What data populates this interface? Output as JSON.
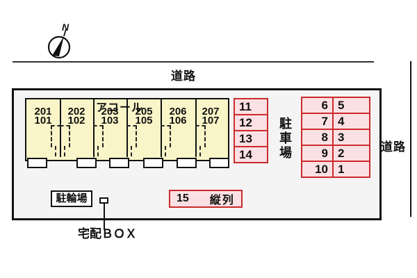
{
  "compass": {
    "north": "N"
  },
  "roads": {
    "top": "道路",
    "right": "道路"
  },
  "building": {
    "name": "アコール",
    "units": [
      {
        "upper": "201",
        "lower": "101"
      },
      {
        "upper": "202",
        "lower": "102"
      },
      {
        "upper": "203",
        "lower": "103"
      },
      {
        "upper": "205",
        "lower": "105"
      },
      {
        "upper": "206",
        "lower": "106"
      },
      {
        "upper": "207",
        "lower": "107"
      }
    ]
  },
  "parking": {
    "area_label": "駐車場",
    "left_column": [
      "11",
      "12",
      "13",
      "14"
    ],
    "right_rows": [
      [
        "6",
        "5"
      ],
      [
        "7",
        "4"
      ],
      [
        "8",
        "3"
      ],
      [
        "9",
        "2"
      ],
      [
        "10",
        "1"
      ]
    ],
    "tandem_number": "15",
    "tandem_label": "縦列"
  },
  "labels": {
    "bicycle_parking": "駐輪場",
    "delivery_box": "宅配ＢＯＸ"
  },
  "colors": {
    "building_fill": "#faf5c8",
    "parking_fill": "#fce1e4",
    "parking_border": "#cc2a2a",
    "site_fill": "#f4f4f4",
    "line": "#111111"
  }
}
